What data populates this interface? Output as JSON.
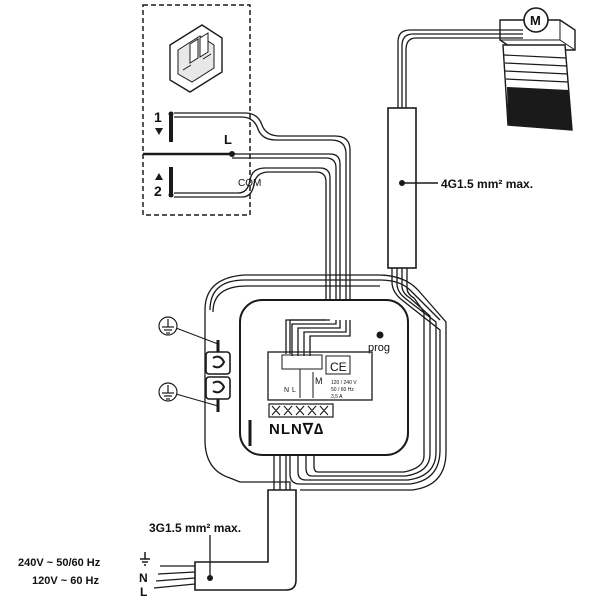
{
  "switch": {
    "position_1": "1",
    "position_2": "2",
    "common_live": "L",
    "com": "COM"
  },
  "motor_symbol": "M",
  "cable_top_label": "4G1.5 mm² max.",
  "cable_bottom_label": "3G1.5 mm² max.",
  "module": {
    "prog_label": "prog",
    "terminals": "NLN∇∆",
    "ce_mark": "CE",
    "spec_lines": [
      "120 / 240 V",
      "50 / 60 Hz",
      "3,5 A"
    ],
    "inner_terminals": [
      "N",
      "L"
    ],
    "inner_motor": "M"
  },
  "supply": {
    "voltage_eu": "240V ~ 50/60 Hz",
    "voltage_us": "120V ~ 60 Hz",
    "neutral": "N",
    "live": "L"
  },
  "colors": {
    "line": "#1a1a1a",
    "background": "#ffffff",
    "shutter_dark": "#1a1a1a"
  }
}
